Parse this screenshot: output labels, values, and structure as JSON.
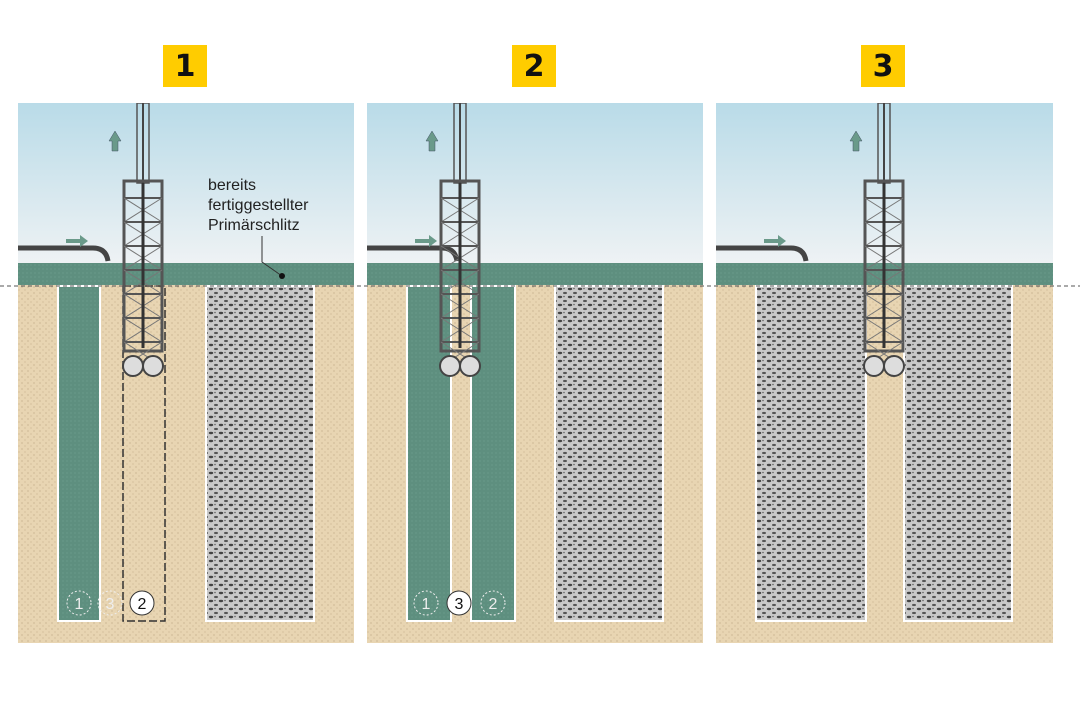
{
  "steps": [
    {
      "number": "1",
      "slots": [
        {
          "id": "1",
          "state": "concrete-secondary"
        },
        {
          "id": "3",
          "state": "ghost"
        },
        {
          "id": "2",
          "state": "excavating",
          "highlight": true
        }
      ]
    },
    {
      "number": "2",
      "slots": [
        {
          "id": "1",
          "state": "concrete-secondary"
        },
        {
          "id": "3",
          "state": "excavating",
          "highlight": true
        },
        {
          "id": "2",
          "state": "concrete-secondary"
        }
      ]
    },
    {
      "number": "3",
      "slots": []
    }
  ],
  "annotation": {
    "line1": "bereits",
    "line2": "fertiggestellter",
    "line3": "Primärschlitz"
  },
  "colors": {
    "badge": "#ffcc00",
    "sky_top": "#b9dbe8",
    "sky_bottom": "#eef2f4",
    "bentonite": "#5e8f7f",
    "soil": "#e8d5b2",
    "gravel": "#9a9a9a"
  }
}
